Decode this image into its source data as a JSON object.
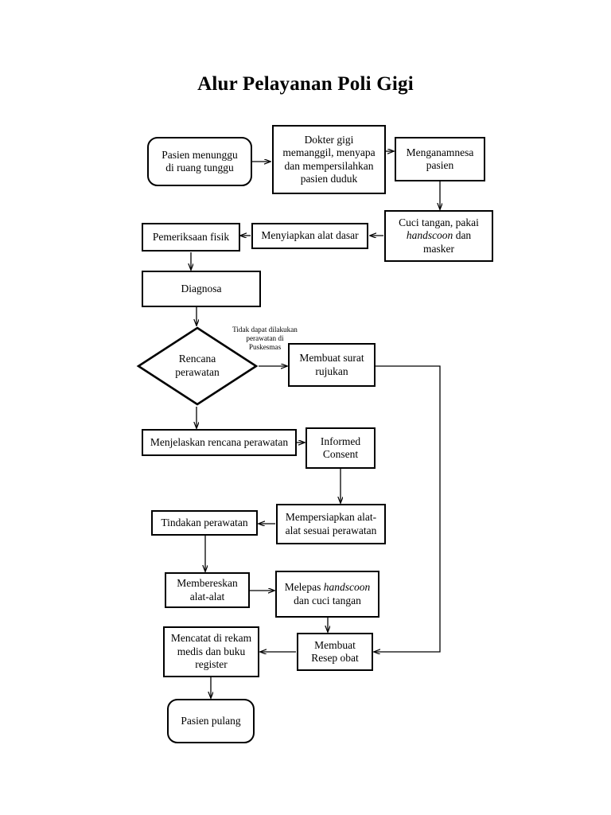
{
  "title": "Alur Pelayanan Poli Gigi",
  "nodes": {
    "n1": {
      "label": "Pasien menunggu\ndi ruang tunggu"
    },
    "n2": {
      "label": "Dokter gigi\nmemanggil, menyapa\ndan mempersilahkan\npasien duduk"
    },
    "n3": {
      "label": "Menganamnesa\npasien"
    },
    "n4_pre": {
      "label": "Cuci  tangan, pakai"
    },
    "n4_em": {
      "label": "handscoon"
    },
    "n4_post": {
      "label": " dan\nmasker"
    },
    "n5": {
      "label": "Menyiapkan alat dasar"
    },
    "n6": {
      "label": "Pemeriksaan fisik"
    },
    "n7": {
      "label": "Diagnosa"
    },
    "n8": {
      "label": "Rencana\nperawatan"
    },
    "n9": {
      "label": "Membuat surat\nrujukan"
    },
    "n10": {
      "label": "Menjelaskan rencana perawatan"
    },
    "n11": {
      "label": "Informed\nConsent"
    },
    "n12": {
      "label": "Mempersiapkan alat-\nalat sesuai  perawatan"
    },
    "n13": {
      "label": "Tindakan perawatan"
    },
    "n14": {
      "label": "Membereskan\nalat-alat"
    },
    "n15_pre": {
      "label": "Melepas "
    },
    "n15_em": {
      "label": "handscoon"
    },
    "n15_post": {
      "label": "\ndan cuci tangan"
    },
    "n16": {
      "label": "Membuat\nResep obat"
    },
    "n17": {
      "label": "Mencatat di rekam\nmedis dan buku\nregister"
    },
    "n18": {
      "label": "Pasien pulang"
    }
  },
  "edge_labels": {
    "referral": "Tidak dapat dilakukan\nperawatan di\nPuskesmas"
  },
  "colors": {
    "stroke": "#000000",
    "background": "#ffffff",
    "text": "#000000"
  }
}
